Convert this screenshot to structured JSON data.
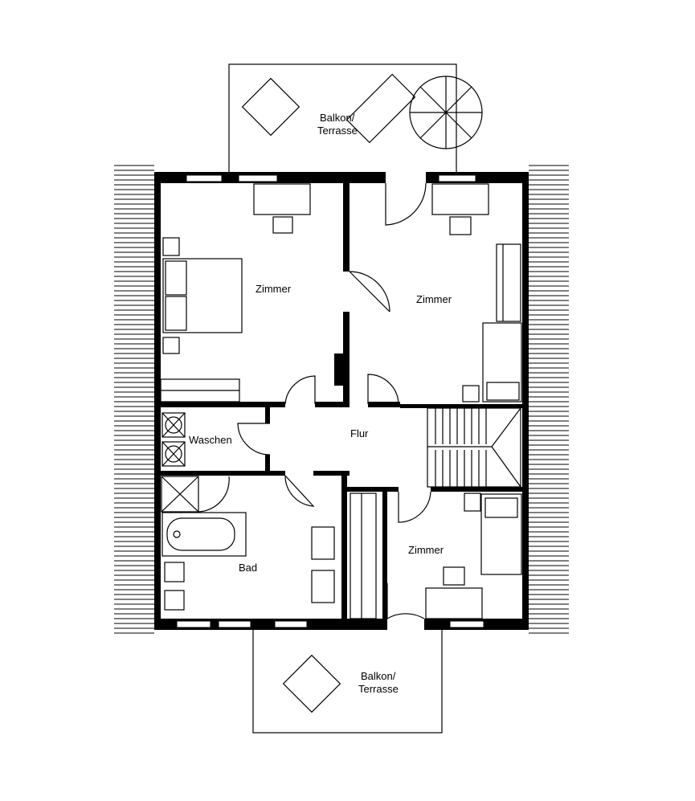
{
  "plan": {
    "rooms": [
      {
        "id": "bedroom-1",
        "label": "Zimmer"
      },
      {
        "id": "bedroom-2",
        "label": "Zimmer"
      },
      {
        "id": "bedroom-3",
        "label": "Zimmer"
      },
      {
        "id": "hallway",
        "label": "Flur"
      },
      {
        "id": "laundry",
        "label": "Waschen"
      },
      {
        "id": "bathroom",
        "label": "Bad"
      }
    ],
    "balconies": [
      {
        "id": "balcony-top",
        "label_line1": "Balkon/",
        "label_line2": "Terrasse"
      },
      {
        "id": "balcony-bottom",
        "label_line1": "Balkon/",
        "label_line2": "Terrasse"
      }
    ]
  },
  "colors": {
    "ink": "#000000",
    "paper": "#ffffff"
  }
}
